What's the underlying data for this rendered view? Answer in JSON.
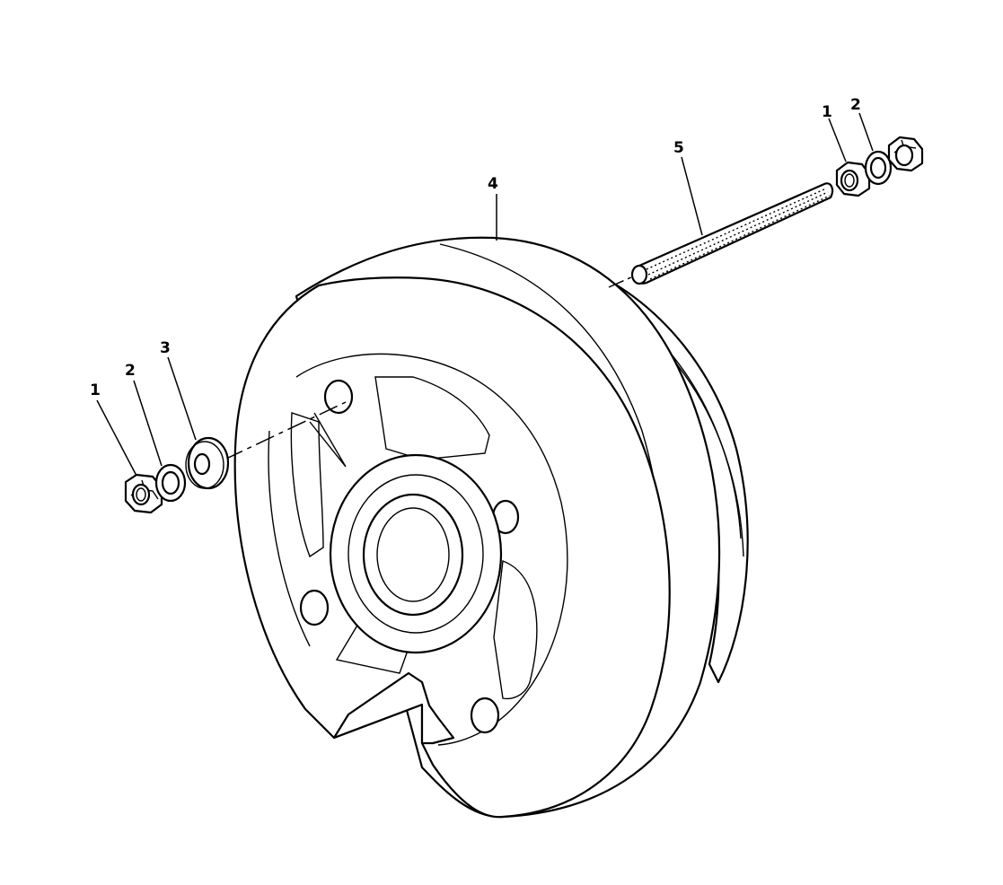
{
  "callouts": {
    "nut_left": "1",
    "lockwasher_left": "2",
    "flatwasher": "3",
    "wheel": "4",
    "stud": "5",
    "nut_right": "1",
    "lockwasher_right": "2"
  },
  "colors": {
    "line": "#000000",
    "background": "#ffffff"
  }
}
